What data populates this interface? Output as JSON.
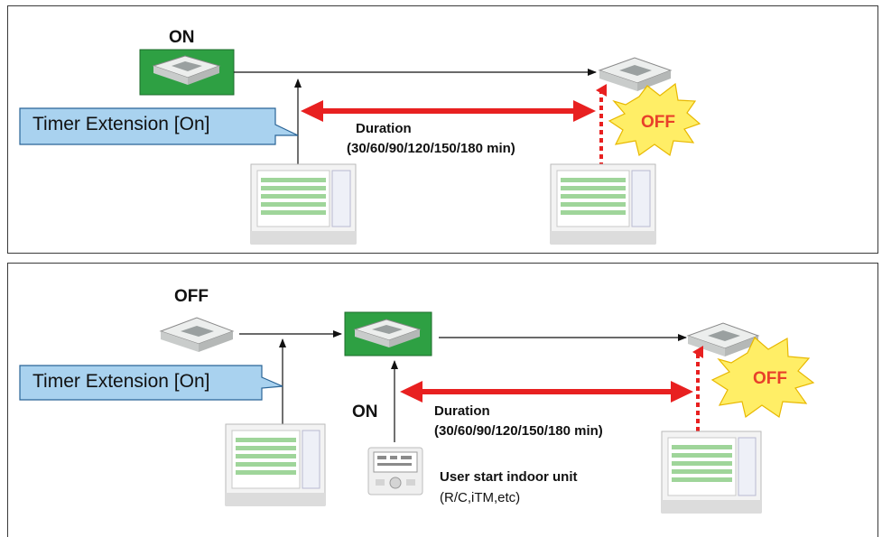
{
  "top_panel": {
    "on_label": "ON",
    "callout": "Timer Extension [On]",
    "duration_label": "Duration",
    "duration_values": "(30/60/90/120/150/180 min)",
    "off_label": "OFF"
  },
  "bottom_panel": {
    "off_label": "OFF",
    "callout": "Timer Extension [On]",
    "on_label": "ON",
    "duration_label": "Duration",
    "duration_values": "(30/60/90/120/150/180 min)",
    "user_start_label": "User start indoor unit",
    "user_start_sub": "(R/C,iTM,etc)",
    "burst_off_label": "OFF"
  },
  "colors": {
    "duration_arrow": "#e82020",
    "unit_highlight": "#2ea043",
    "callout_fill": "#a9d2ef",
    "burst_fill": "#ffee66",
    "burst_text": "#e8402a"
  }
}
